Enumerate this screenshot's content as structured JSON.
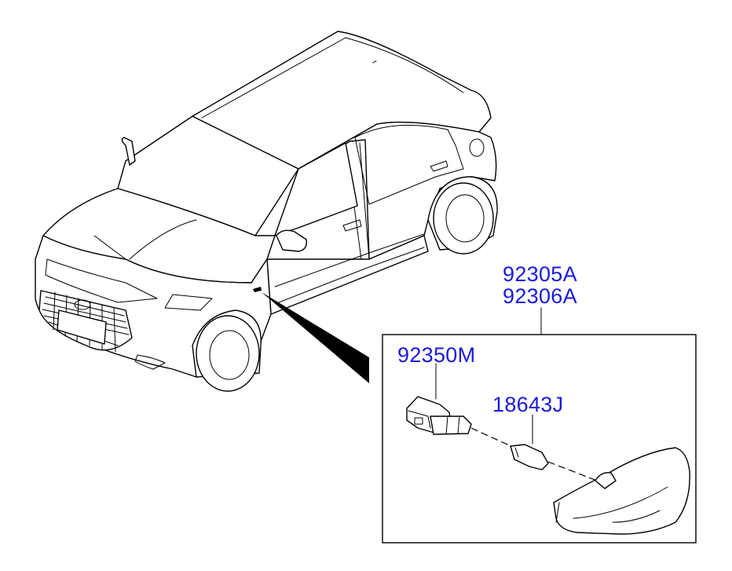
{
  "parts": {
    "assembly_left": "92305A",
    "assembly_right": "92306A",
    "socket": "92350M",
    "bulb": "18643J"
  },
  "colors": {
    "label": "#1a1adc",
    "line": "#000000",
    "background": "#ffffff"
  },
  "icons": {
    "car": "car-outline-icon",
    "lamp": "side-repeater-lamp-icon"
  }
}
